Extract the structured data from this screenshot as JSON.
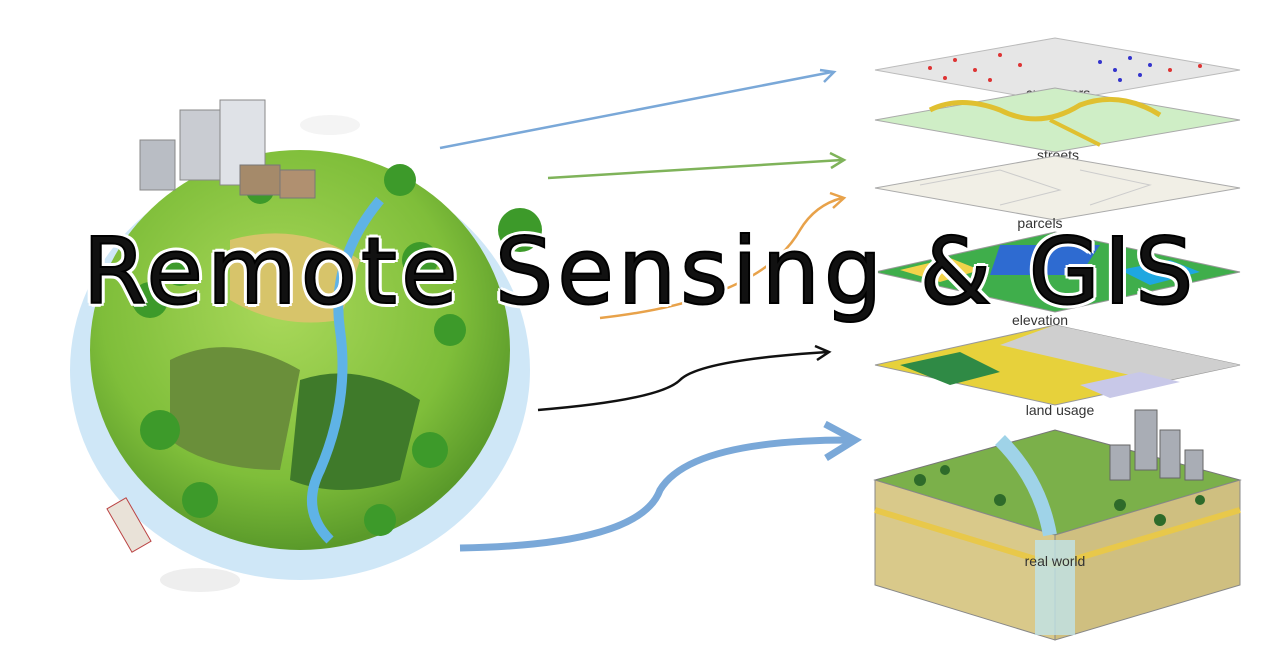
{
  "title": "Remote Sensing & GIS",
  "layers": [
    {
      "label": "customers",
      "color": "#e6e6e6"
    },
    {
      "label": "streets",
      "color": "#cfeec6"
    },
    {
      "label": "parcels",
      "color": "#f1efe6"
    },
    {
      "label": "elevation",
      "color": "#3fae4b"
    },
    {
      "label": "land usage",
      "color": "#e7d13b"
    },
    {
      "label": "real world",
      "color": "#7bb04a"
    }
  ],
  "colors": {
    "arrow_blue": "#7aa8d8",
    "arrow_green": "#7fb35a",
    "arrow_orange": "#e8a24a",
    "arrow_black": "#111111",
    "arrow_blue_thick": "#7aa8d8"
  }
}
